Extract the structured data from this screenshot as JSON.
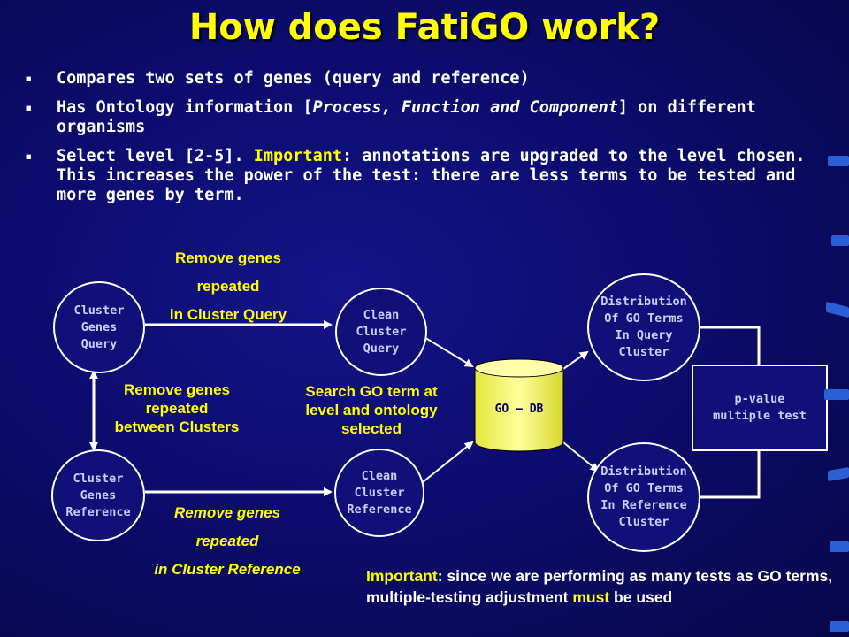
{
  "title": "How does FatiGO work?",
  "bullets": {
    "b1": "Compares two sets of genes (query and reference)",
    "b2_pre": "Has Ontology information [",
    "b2_ital": "Process, Function and Component",
    "b2_post": "] on different organisms",
    "b3_pre": "Select level [2-5]. ",
    "b3_highlight": "Important",
    "b3_post": ": annotations are upgraded to the level chosen. This increases the power of the test: there are less terms to be tested and more genes by term.",
    "marker": "▪"
  },
  "nodes": {
    "cluster_query": "Cluster\nGenes\nQuery",
    "cluster_reference": "Cluster\nGenes\nReference",
    "clean_query": "Clean\nCluster\nQuery",
    "clean_reference": "Clean\nCluster\nReference",
    "go_db": "GO – DB",
    "dist_query": "Distribution\nOf GO Terms\nIn Query\nCluster",
    "dist_reference": "Distribution\nOf GO Terms\nIn Reference\nCluster",
    "pvalue": "p-value\nmultiple test"
  },
  "labels": {
    "remove_query": "Remove genes\nrepeated\nin Cluster Query",
    "remove_between": "Remove genes\nrepeated\nbetween Clusters",
    "search_go": "Search GO term at\nlevel and ontology\nselected",
    "remove_reference": "Remove genes\nrepeated\nin Cluster Reference"
  },
  "note": {
    "highlight1": "Important",
    "text1": ": since we are performing as many tests as GO terms, multiple-testing adjustment ",
    "highlight2": "must",
    "text2": " be used"
  }
}
